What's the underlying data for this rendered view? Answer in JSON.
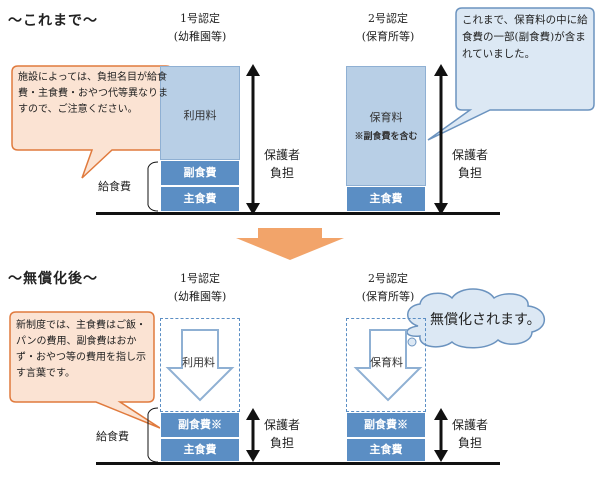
{
  "top": {
    "heading": "〜これまで〜",
    "col1_title": "1号認定",
    "col1_sub": "(幼稚園等)",
    "col2_title": "2号認定",
    "col2_sub": "(保育所等)",
    "col1_usage": "利用料",
    "col2_usage": "保育料",
    "col2_note": "※副食費を含む",
    "side_food": "副食費",
    "main_food": "主食費",
    "guardian1": "保護者",
    "guardian2": "負担",
    "kyushoku": "給食費",
    "callout_left": "施設によっては、負担名目が給食費・主食費・おやつ代等異なりますので、ご注意ください。",
    "callout_right": "これまで、保育料の中に給食費の一部(副食費)が含まれていました。"
  },
  "bottom": {
    "heading": "〜無償化後〜",
    "col1_title": "1号認定",
    "col1_sub": "(幼稚園等)",
    "col2_title": "2号認定",
    "col2_sub": "(保育所等)",
    "col1_usage": "利用料",
    "col2_usage": "保育料",
    "side_food": "副食費※",
    "main_food": "主食費",
    "guardian1": "保護者",
    "guardian2": "負担",
    "kyushoku": "給食費",
    "callout_left": "新制度では、主食費はご飯・パンの費用、副食費はおかず・おやつ等の費用を指し示す言葉です。",
    "callout_cloud": "無償化されます。"
  }
}
